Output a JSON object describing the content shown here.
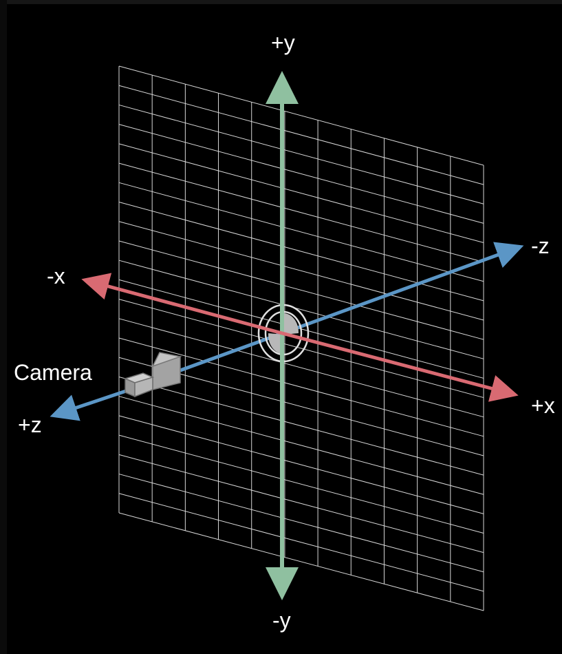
{
  "axes": {
    "y_positive": {
      "label": "+y",
      "color": "#8fc0a0"
    },
    "y_negative": {
      "label": "-y",
      "color": "#8fc0a0"
    },
    "x_positive": {
      "label": "+x",
      "color": "#d96a72"
    },
    "x_negative": {
      "label": "-x",
      "color": "#d96a72"
    },
    "z_positive": {
      "label": "+z",
      "color": "#5b96c6"
    },
    "z_negative": {
      "label": "-z",
      "color": "#5b96c6"
    }
  },
  "camera": {
    "label": "Camera",
    "icon": "camera-icon",
    "color": "#a9a9a9"
  },
  "grid": {
    "columns": 11,
    "rows": 23,
    "color": "#d8d8d8"
  },
  "background": "#000000"
}
